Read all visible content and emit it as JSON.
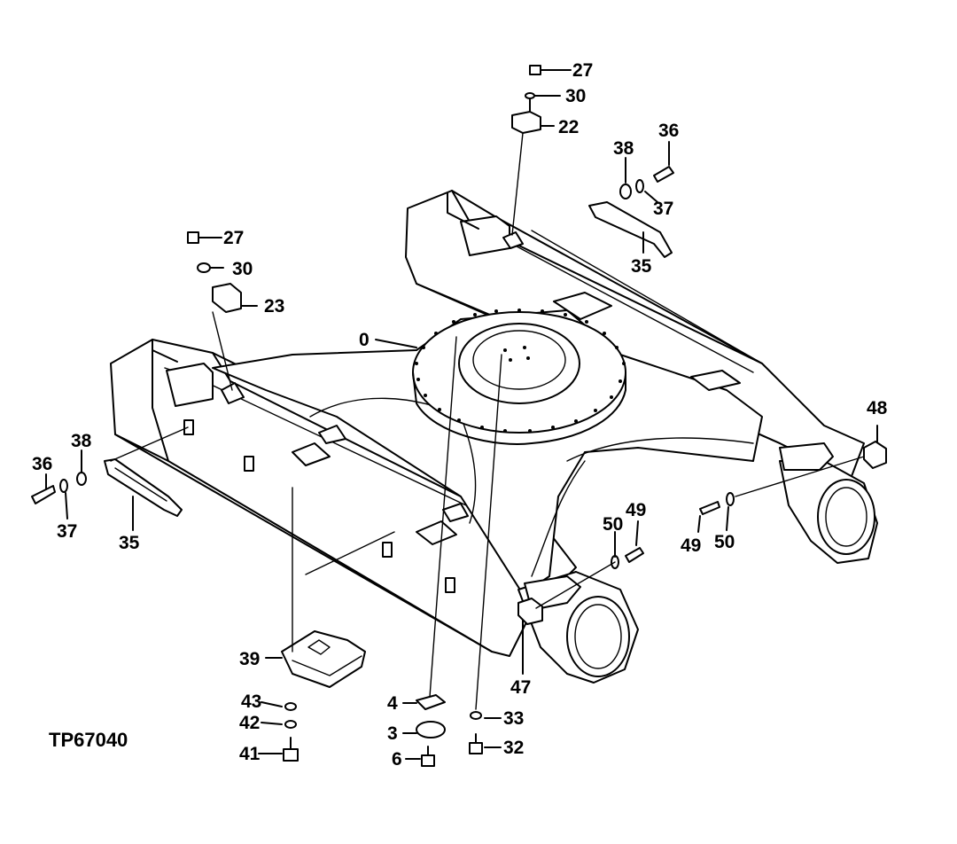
{
  "figure_id": "TP67040",
  "callouts": {
    "c0": "0",
    "c3": "3",
    "c4": "4",
    "c6": "6",
    "c22": "22",
    "c23": "23",
    "c27a": "27",
    "c27b": "27",
    "c30a": "30",
    "c30b": "30",
    "c32": "32",
    "c33": "33",
    "c35a": "35",
    "c35b": "35",
    "c36a": "36",
    "c36b": "36",
    "c37a": "37",
    "c37b": "37",
    "c38a": "38",
    "c38b": "38",
    "c39": "39",
    "c41": "41",
    "c42": "42",
    "c43": "43",
    "c47": "47",
    "c48": "48",
    "c49a": "49",
    "c49b": "49",
    "c50a": "50",
    "c50b": "50"
  }
}
